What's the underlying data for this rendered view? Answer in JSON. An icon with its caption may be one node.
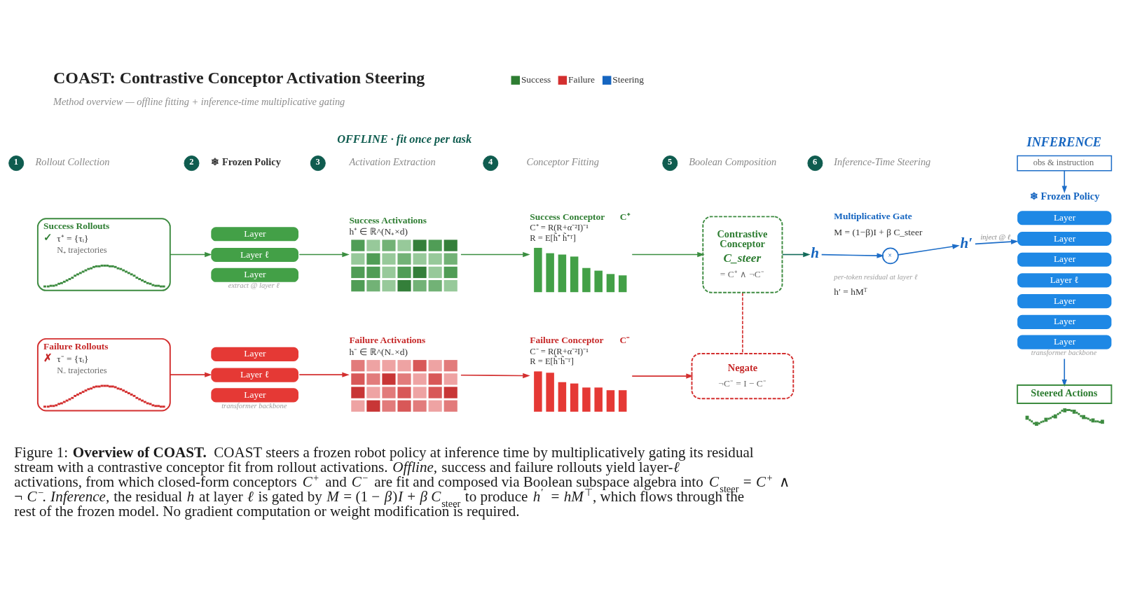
{
  "diagram": {
    "title": "COAST: Contrastive Conceptor Activation Steering",
    "caption": "Figure 1: **Overview of COAST.** COAST steers a frozen robot policy at inference time by multiplicatively gating its residual stream with a contrastive conceptor fit from rollout activations. *Offline,* success and failure rollouts yield layer-*ℓ* activations, from which closed-form conceptors *C*$^{+}$ and *C*$^{−}$ are fit and composed via Boolean subspace algebra into *C*$_{steer}$ = *C*$^{+}$ ∧ ¬ *C*$^{−}$. *Inference,* the residual *h* at layer *ℓ* is gated by *M* = (1 − *β*)*I* + *β* *C*$_{steer}$ to produce *h*$^{′}$ = *hM*$^{⊤}$, which flows through the rest of the frozen model. No gradient computation or weight modification is required.",
    "nodes": [
      {
        "text": [
          "1"
        ],
        "beside": [
          "Rollout Collection"
        ]
      },
      {
        "text": [
          "Success Rollouts",
          "✓",
          "τ⁺ = {τᵢ}",
          "N₊ trajectories"
        ]
      },
      {
        "text": [
          "Failure Rollouts",
          "✗",
          "τ⁻ = {τᵢ}",
          "N₋ trajectories"
        ]
      },
      {
        "text": [
          "2"
        ],
        "beside": [
          "❄ Frozen Policy"
        ]
      },
      {
        "text": [
          "Layer"
        ]
      },
      {
        "text": [
          "Layer ℓ"
        ]
      },
      {
        "text": [
          "Layer"
        ],
        "beside": [
          "extract @ layer ℓ"
        ]
      },
      {
        "text": [
          "Layer"
        ]
      },
      {
        "text": [
          "Layer ℓ"
        ]
      },
      {
        "text": [
          "Layer"
        ],
        "beside": [
          "transformer backbone"
        ]
      },
      {
        "text": [
          "3"
        ],
        "beside": [
          "Activation Extraction"
        ]
      },
      {
        "text": [
          "Success Activations",
          "h⁺ ∈ ℝ^(N₊×d)"
        ]
      },
      {
        "text": [
          "Failure Activations",
          "h⁻ ∈ ℝ^(N₋×d)"
        ]
      },
      {
        "text": [
          "4"
        ],
        "beside": [
          "Conceptor Fitting"
        ]
      },
      {
        "text": [
          "Success Conceptor",
          "C⁺",
          "C⁺ = R(R+α⁻²I)⁻¹",
          "R = E[h̃⁺ h̃⁺ᵀ]"
        ]
      },
      {
        "text": [
          "Failure Conceptor",
          "C⁻",
          "C⁻ = R(R+α⁻²I)⁻¹",
          "R = E[h̃⁻h̃⁻ᵀ]"
        ]
      },
      {
        "text": [
          "5"
        ],
        "beside": [
          "Boolean Composition"
        ]
      },
      {
        "text": [
          "Contrastive Conceptor",
          "C_steer",
          "= C⁺ ∧ ¬C⁻"
        ]
      },
      {
        "text": [
          "Negate",
          "¬C⁻ = I − C⁻"
        ]
      },
      {
        "text": [
          "6"
        ],
        "beside": [
          "Inference-Time Steering"
        ]
      },
      {
        "text": [
          "h"
        ]
      },
      {
        "text": [
          "×"
        ]
      },
      {
        "text": [
          "h′"
        ]
      },
      {
        "text": [
          "obs & instruction"
        ]
      },
      {
        "text": [
          "❄ Frozen Policy"
        ]
      },
      {
        "text": [
          "Layer"
        ]
      },
      {
        "text": [
          "Layer"
        ]
      },
      {
        "text": [
          "Layer"
        ]
      },
      {
        "text": [
          "Layer ℓ"
        ]
      },
      {
        "text": [
          "Layer"
        ]
      },
      {
        "text": [
          "Layer"
        ]
      },
      {
        "text": [
          "Layer"
        ],
        "beside": [
          "transformer backbone"
        ]
      },
      {
        "text": [
          "Steered Actions"
        ]
      }
    ],
    "edges": [
      {
        "from": 1,
        "to": 5,
        "arrow": "to",
        "color": "#3b8e40"
      },
      {
        "from": 5,
        "to": 11,
        "arrow": "to",
        "color": "#3b8e40"
      },
      {
        "from": 11,
        "to": 14,
        "arrow": "to",
        "color": "#3b8e40"
      },
      {
        "from": 14,
        "to": 17,
        "arrow": "to",
        "color": "#3b8e40"
      },
      {
        "from": 2,
        "to": 8,
        "arrow": "to",
        "color": "#d32f2f"
      },
      {
        "from": 8,
        "to": 12,
        "arrow": "to",
        "color": "#d32f2f"
      },
      {
        "from": 12,
        "to": 15,
        "arrow": "to",
        "color": "#d32f2f"
      },
      {
        "from": 15,
        "to": 18,
        "arrow": "to",
        "color": "#d32f2f"
      },
      {
        "from": 17,
        "to": 18,
        "arrow": "none",
        "style": "dashed",
        "color": "#d32f2f"
      },
      {
        "from": 17,
        "to": 20,
        "arrow": "to",
        "color": "#146b5a"
      },
      {
        "from": 20,
        "to": 21,
        "arrow": "to",
        "color": "#1e6ec8"
      },
      {
        "from": 21,
        "to": 22,
        "arrow": "to",
        "color": "#1e6ec8"
      },
      {
        "from": 22,
        "to": 26,
        "arrow": "to",
        "label": "inject @ ℓ",
        "color": "#1e6ec8"
      },
      {
        "from": 23,
        "to": 24,
        "arrow": "to",
        "color": "#1e6ec8"
      },
      {
        "from": 31,
        "to": 32,
        "arrow": "to",
        "color": "#1e6ec8"
      }
    ],
    "labels": [
      "Method overview — offline fitting + inference-time multiplicative gating",
      "OFFLINE · fit once per task",
      "INFERENCE",
      "Multiplicative Gate",
      "M = (1−β)I + β C_steer",
      "per-token residual at layer ℓ",
      "h′ = hMᵀ"
    ],
    "legend": [
      {
        "text": "Success",
        "color": "#2e7d32"
      },
      {
        "text": "Failure",
        "color": "#d32f2f"
      },
      {
        "text": "Steering",
        "color": "#1565c0"
      }
    ]
  }
}
